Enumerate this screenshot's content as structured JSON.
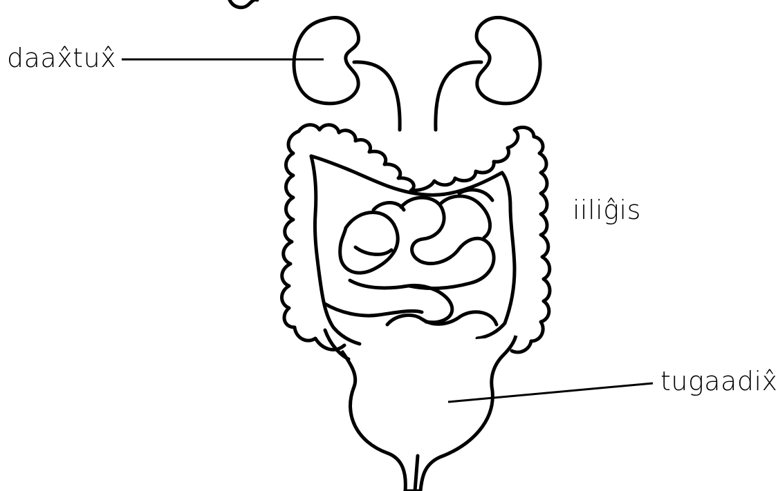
{
  "labels": {
    "kidney": "daax̂tux̂",
    "intestine": "iiliĝis",
    "bladder": "tugaadix̂"
  }
}
